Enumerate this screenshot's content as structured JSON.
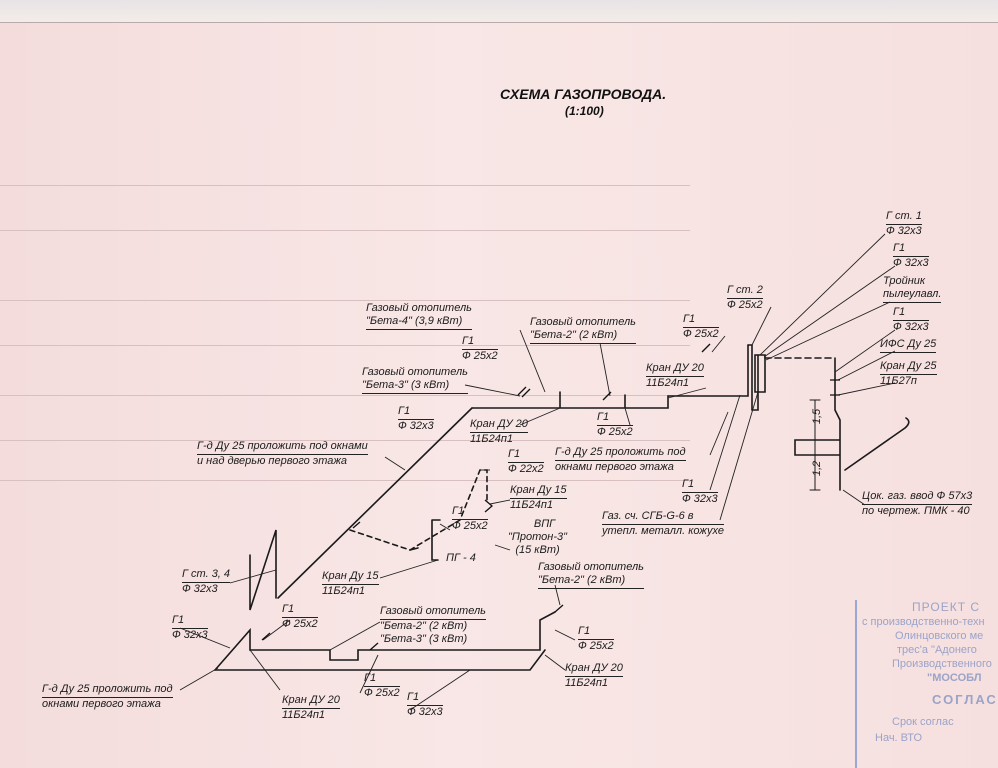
{
  "title": "СХЕМА ГАЗОПРОВОДА.",
  "scale": "(1:100)",
  "labels": {
    "g_st1": "Г ст. 1",
    "g_st1_d": "Ф 32х3",
    "g1_top": "Г1",
    "g1_top_d": "Ф 32х3",
    "tee": "Тройник",
    "tee2": "пылеулавл.",
    "g1_mid": "Г1",
    "g1_mid_d": "Ф 32х3",
    "ifs": "ИФС Ду 25",
    "kran_25": "Кран Ду 25",
    "kran_25_code": "11Б27п",
    "g_st2": "Г ст. 2",
    "g_st2_d": "Ф 25х2",
    "g1_right": "Г1",
    "g1_right_d": "Ф 25х2",
    "heater_b4": "Газовый отопитель",
    "heater_b4_2": "\"Бета-4\" (3,9 кВт)",
    "heater_b2_top": "Газовый отопитель",
    "heater_b2_top_2": "\"Бета-2\" (2 кВт)",
    "g1_b4": "Г1",
    "g1_b4_d": "Ф 25х2",
    "kran_du20_a": "Кран ДУ 20",
    "kran_du20_a_code": "11Б24п1",
    "heater_b3": "Газовый отопитель",
    "heater_b3_2": "\"Бета-3\" (3 кВт)",
    "g1_main": "Г1",
    "g1_main_d": "Ф 32х3",
    "kran_du20_b": "Кран ДУ 20",
    "kran_du20_b_code": "11Б24п1",
    "g1_c": "Г1",
    "g1_c_d": "Ф 25х2",
    "gd_note_a": "Г-д Ду 25 проложить под",
    "gd_note_a2": "окнами первого этажа",
    "gd_note_b": "Г-д Ду 25 проложить под окнами",
    "gd_note_b2": "и над дверью первого этажа",
    "g1_22": "Г1",
    "g1_22_d": "Ф 22х2",
    "kran_du15_a": "Кран Ду 15",
    "kran_du15_a_code": "11Б24п1",
    "g1_bottom_right": "Г1",
    "g1_bottom_right_d": "Ф 32х3",
    "meter": "Газ. сч. СГБ-G-6 в",
    "meter2": "утепл. металл. кожухе",
    "g1_vpg": "Г1",
    "g1_vpg_d": "Ф 25х2",
    "vpg": "ВПГ",
    "vpg2": "\"Протон-3\"",
    "vpg3": "(15 кВт)",
    "pg4": "ПГ - 4",
    "kran_du15_b": "Кран Ду 15",
    "kran_du15_b_code": "11Б24п1",
    "heater_b2_low": "Газовый отопитель",
    "heater_b2_low_2": "\"Бета-2\" (2 кВт)",
    "g_st34": "Г ст. 3, 4",
    "g_st34_d": "Ф 32х3",
    "g1_left": "Г1",
    "g1_left_d": "Ф 32х3",
    "g1_low_a": "Г1",
    "g1_low_a_d": "Ф 25х2",
    "heater_b23": "Газовый отопитель",
    "heater_b23_2": "\"Бета-2\" (2 кВт)",
    "heater_b23_3": "\"Бета-3\" (3 кВт)",
    "g1_low_r": "Г1",
    "g1_low_r_d": "Ф 25х2",
    "kran_du20_c": "Кран ДУ 20",
    "kran_du20_c_code": "11Б24п1",
    "gd_note_c": "Г-д Ду 25 проложить под",
    "gd_note_c2": "окнами первого этажа",
    "kran_du20_d": "Кран ДУ 20",
    "kran_du20_d_code": "11Б24п1",
    "g1_low_m": "Г1",
    "g1_low_m_d": "Ф 25х2",
    "g1_low_b": "Г1",
    "g1_low_b_d": "Ф 32х3",
    "tsok": "Цок. газ. ввод Ф 57х3",
    "tsok2": "по чертеж. ПМК - 40",
    "dim_15": "1,5",
    "dim_12": "1,2"
  },
  "stamp": {
    "line1": "ПРОЕКТ С",
    "line2": "с производственно-техн",
    "line3": "Олинцовского ме",
    "line4": "трес'а \"Адонего",
    "line5": "Производственного",
    "line6": "\"МОСОБЛ",
    "line7": "СОГЛАС",
    "line8": "Срок соглас",
    "line9": "Нач. ВТО"
  }
}
